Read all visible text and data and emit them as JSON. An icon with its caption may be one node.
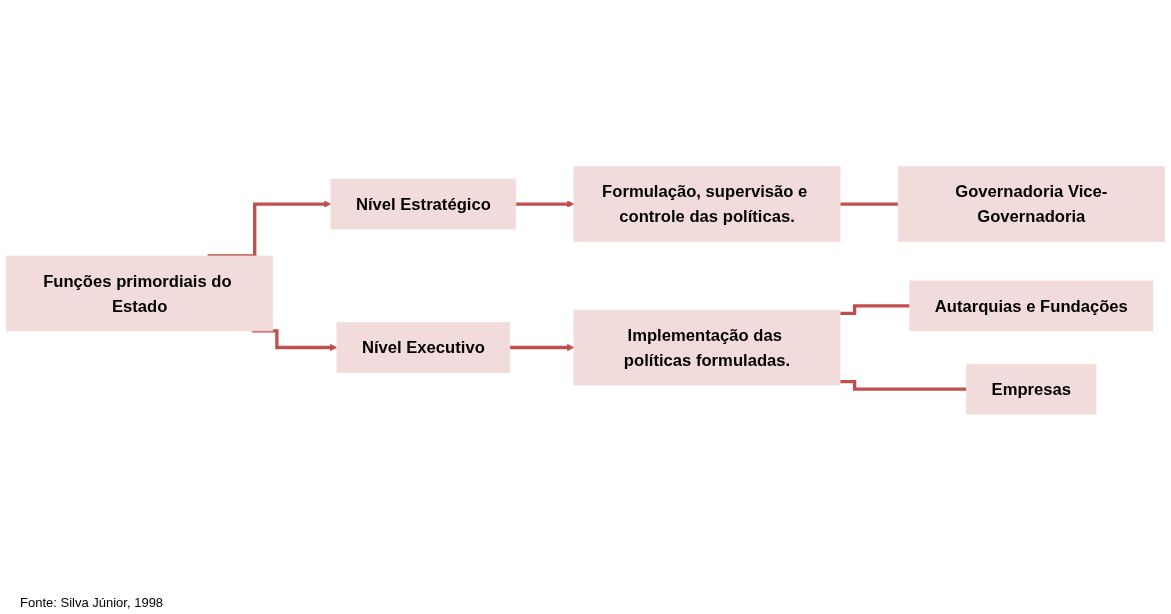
{
  "diagram": {
    "nodes": [
      {
        "text": [
          "Funções primordiais do Estado"
        ]
      },
      {
        "text": [
          "Nível Estratégico"
        ]
      },
      {
        "text": [
          "Formulação, supervisão e controle das políticas."
        ]
      },
      {
        "text": [
          "Governadoria Vice-Governadoria"
        ]
      },
      {
        "text": [
          "Nível Executivo"
        ]
      },
      {
        "text": [
          "Implementação das políticas formuladas."
        ]
      },
      {
        "text": [
          "Autarquias e Fundações"
        ]
      },
      {
        "text": [
          "Empresas"
        ]
      }
    ],
    "edges": [
      {
        "from": 0,
        "to": 1,
        "arrow": "to"
      },
      {
        "from": 0,
        "to": 4,
        "arrow": "to"
      },
      {
        "from": 1,
        "to": 2,
        "arrow": "to"
      },
      {
        "from": 2,
        "to": 3,
        "arrow": "none"
      },
      {
        "from": 4,
        "to": 5,
        "arrow": "to"
      },
      {
        "from": 5,
        "to": 6,
        "arrow": "none"
      },
      {
        "from": 5,
        "to": 7,
        "arrow": "none"
      }
    ],
    "labels": [
      "Fonte: Silva Júnior, 1998"
    ]
  }
}
